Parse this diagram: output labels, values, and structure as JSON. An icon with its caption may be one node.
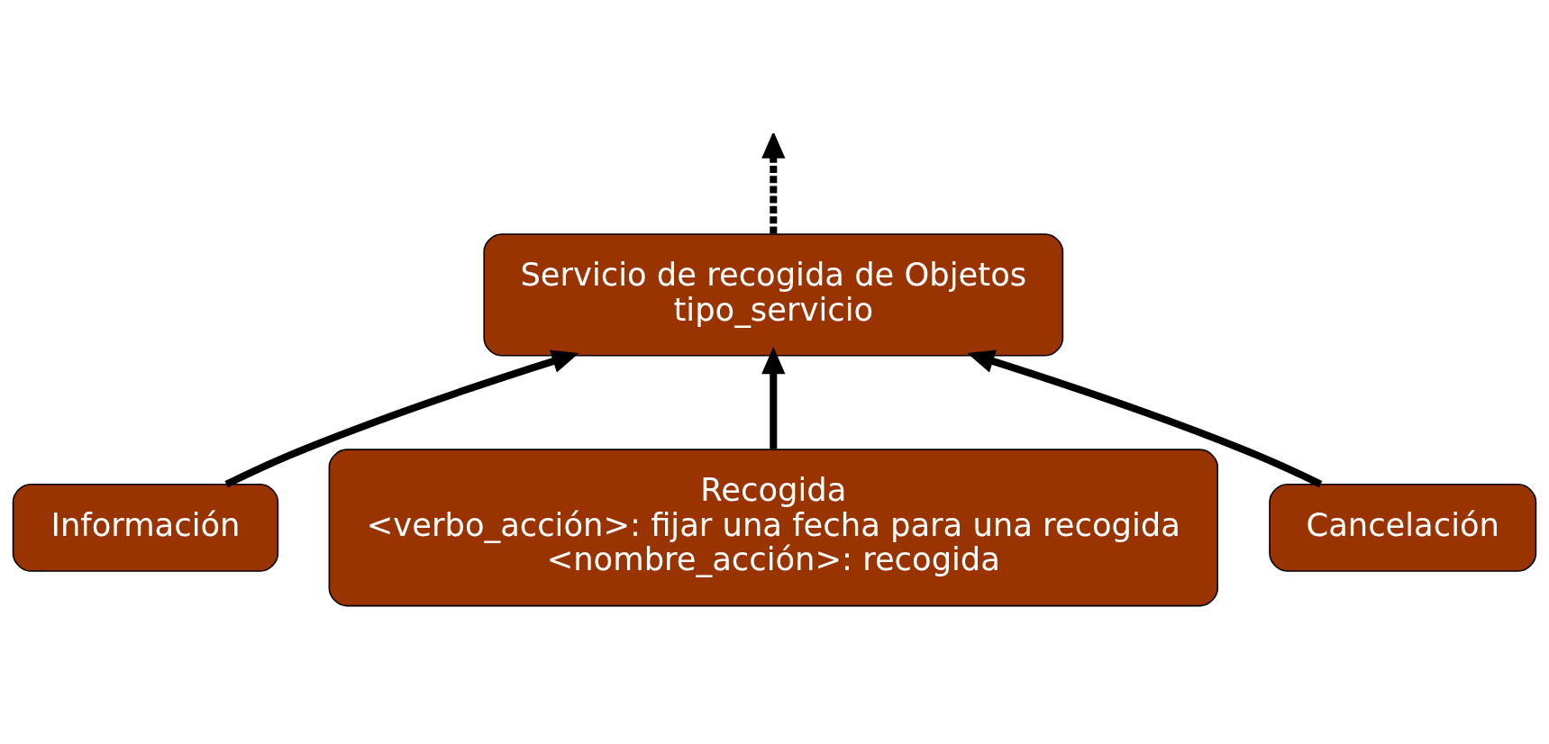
{
  "diagram": {
    "nodes": [
      {
        "text": [
          "Servicio de recogida de Objetos",
          "tipo_servicio"
        ]
      },
      {
        "text": [
          "Información"
        ]
      },
      {
        "text": [
          "Recogida",
          "<verbo_acción>: fijar una fecha para una recogida",
          "<nombre_acción>: recogida"
        ]
      },
      {
        "text": [
          "Cancelación"
        ]
      }
    ],
    "edges": [
      {
        "from": 1,
        "to": 0,
        "arrow": "to"
      },
      {
        "from": 2,
        "to": 0,
        "arrow": "to"
      },
      {
        "from": 3,
        "to": 0,
        "arrow": "to"
      },
      {
        "from": 0,
        "to": null,
        "arrow": "to",
        "style": "dashed"
      }
    ]
  }
}
